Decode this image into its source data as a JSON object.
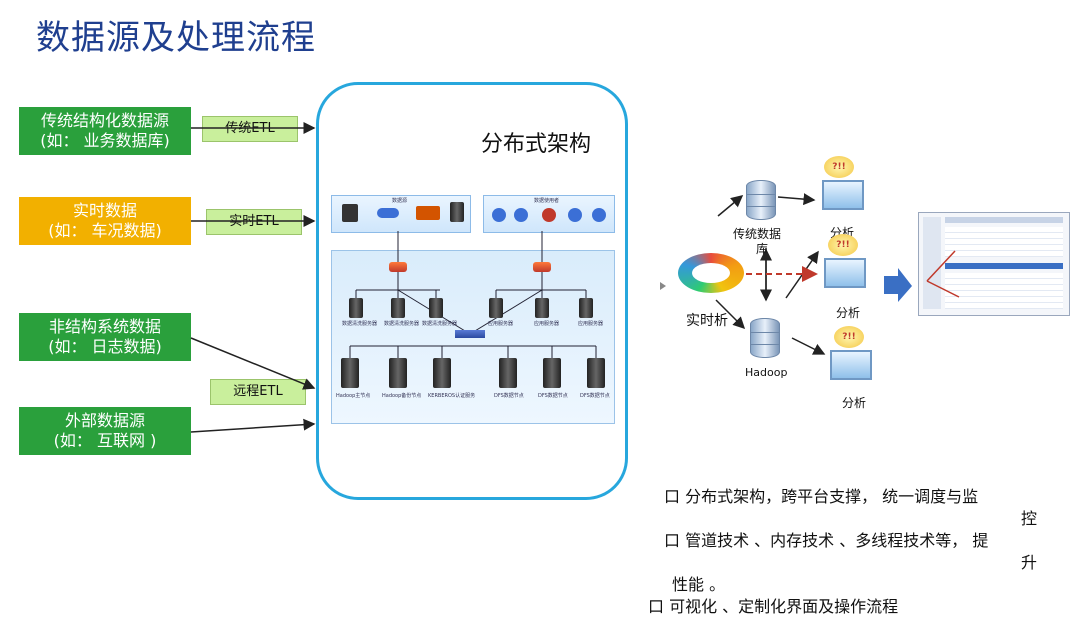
{
  "title": "数据源及处理流程",
  "sources": [
    {
      "line1": "传统结构化数据源",
      "line2": "(如： 业务数据库)"
    },
    {
      "line1": "实时数据",
      "line2": "(如： 车况数据)"
    },
    {
      "line1": "非结构系统数据",
      "line2": "(如： 日志数据)"
    },
    {
      "line1": "外部数据源",
      "line2": "(如： 互联网 )"
    }
  ],
  "etl": {
    "traditional": "传统ETL",
    "realtime": "实时ETL",
    "remote": "远程ETL"
  },
  "architecture": {
    "title": "分布式架构",
    "top_left_header": "数据源",
    "top_right_header": "数据使用者",
    "layer1_labels": [
      "数据清洗服务器",
      "数据清洗服务器",
      "数据清洗服务器",
      "应用服务器",
      "应用服务器",
      "应用服务器"
    ],
    "layer2_labels": [
      "Hadoop主节点",
      "Hadoop备份节点",
      "KERBEROS认证服务",
      "DFS数据节点",
      "DFS数据节点",
      "DFS数据节点"
    ]
  },
  "right": {
    "db_label_line1": "传统数据",
    "db_label_line2": "库",
    "hadoop_label": "Hadoop",
    "realtime_label": "实时析",
    "analysis_labels": [
      "分析",
      "分析",
      "分析"
    ],
    "bubble_text": "?!!"
  },
  "bullets": [
    "口  分布式架构，跨平台支撑， 统一调度与监",
    "控",
    "口  管道技术 、内存技术 、多线程技术等， 提",
    "升",
    "性能 。",
    "口  可视化 、定制化界面及操作流程"
  ],
  "colors": {
    "green": "#2aa03c",
    "orange": "#f2b000",
    "etl_fill": "#c9ef9c",
    "cloud_border": "#27a7dd",
    "title": "#1f3f8f"
  }
}
